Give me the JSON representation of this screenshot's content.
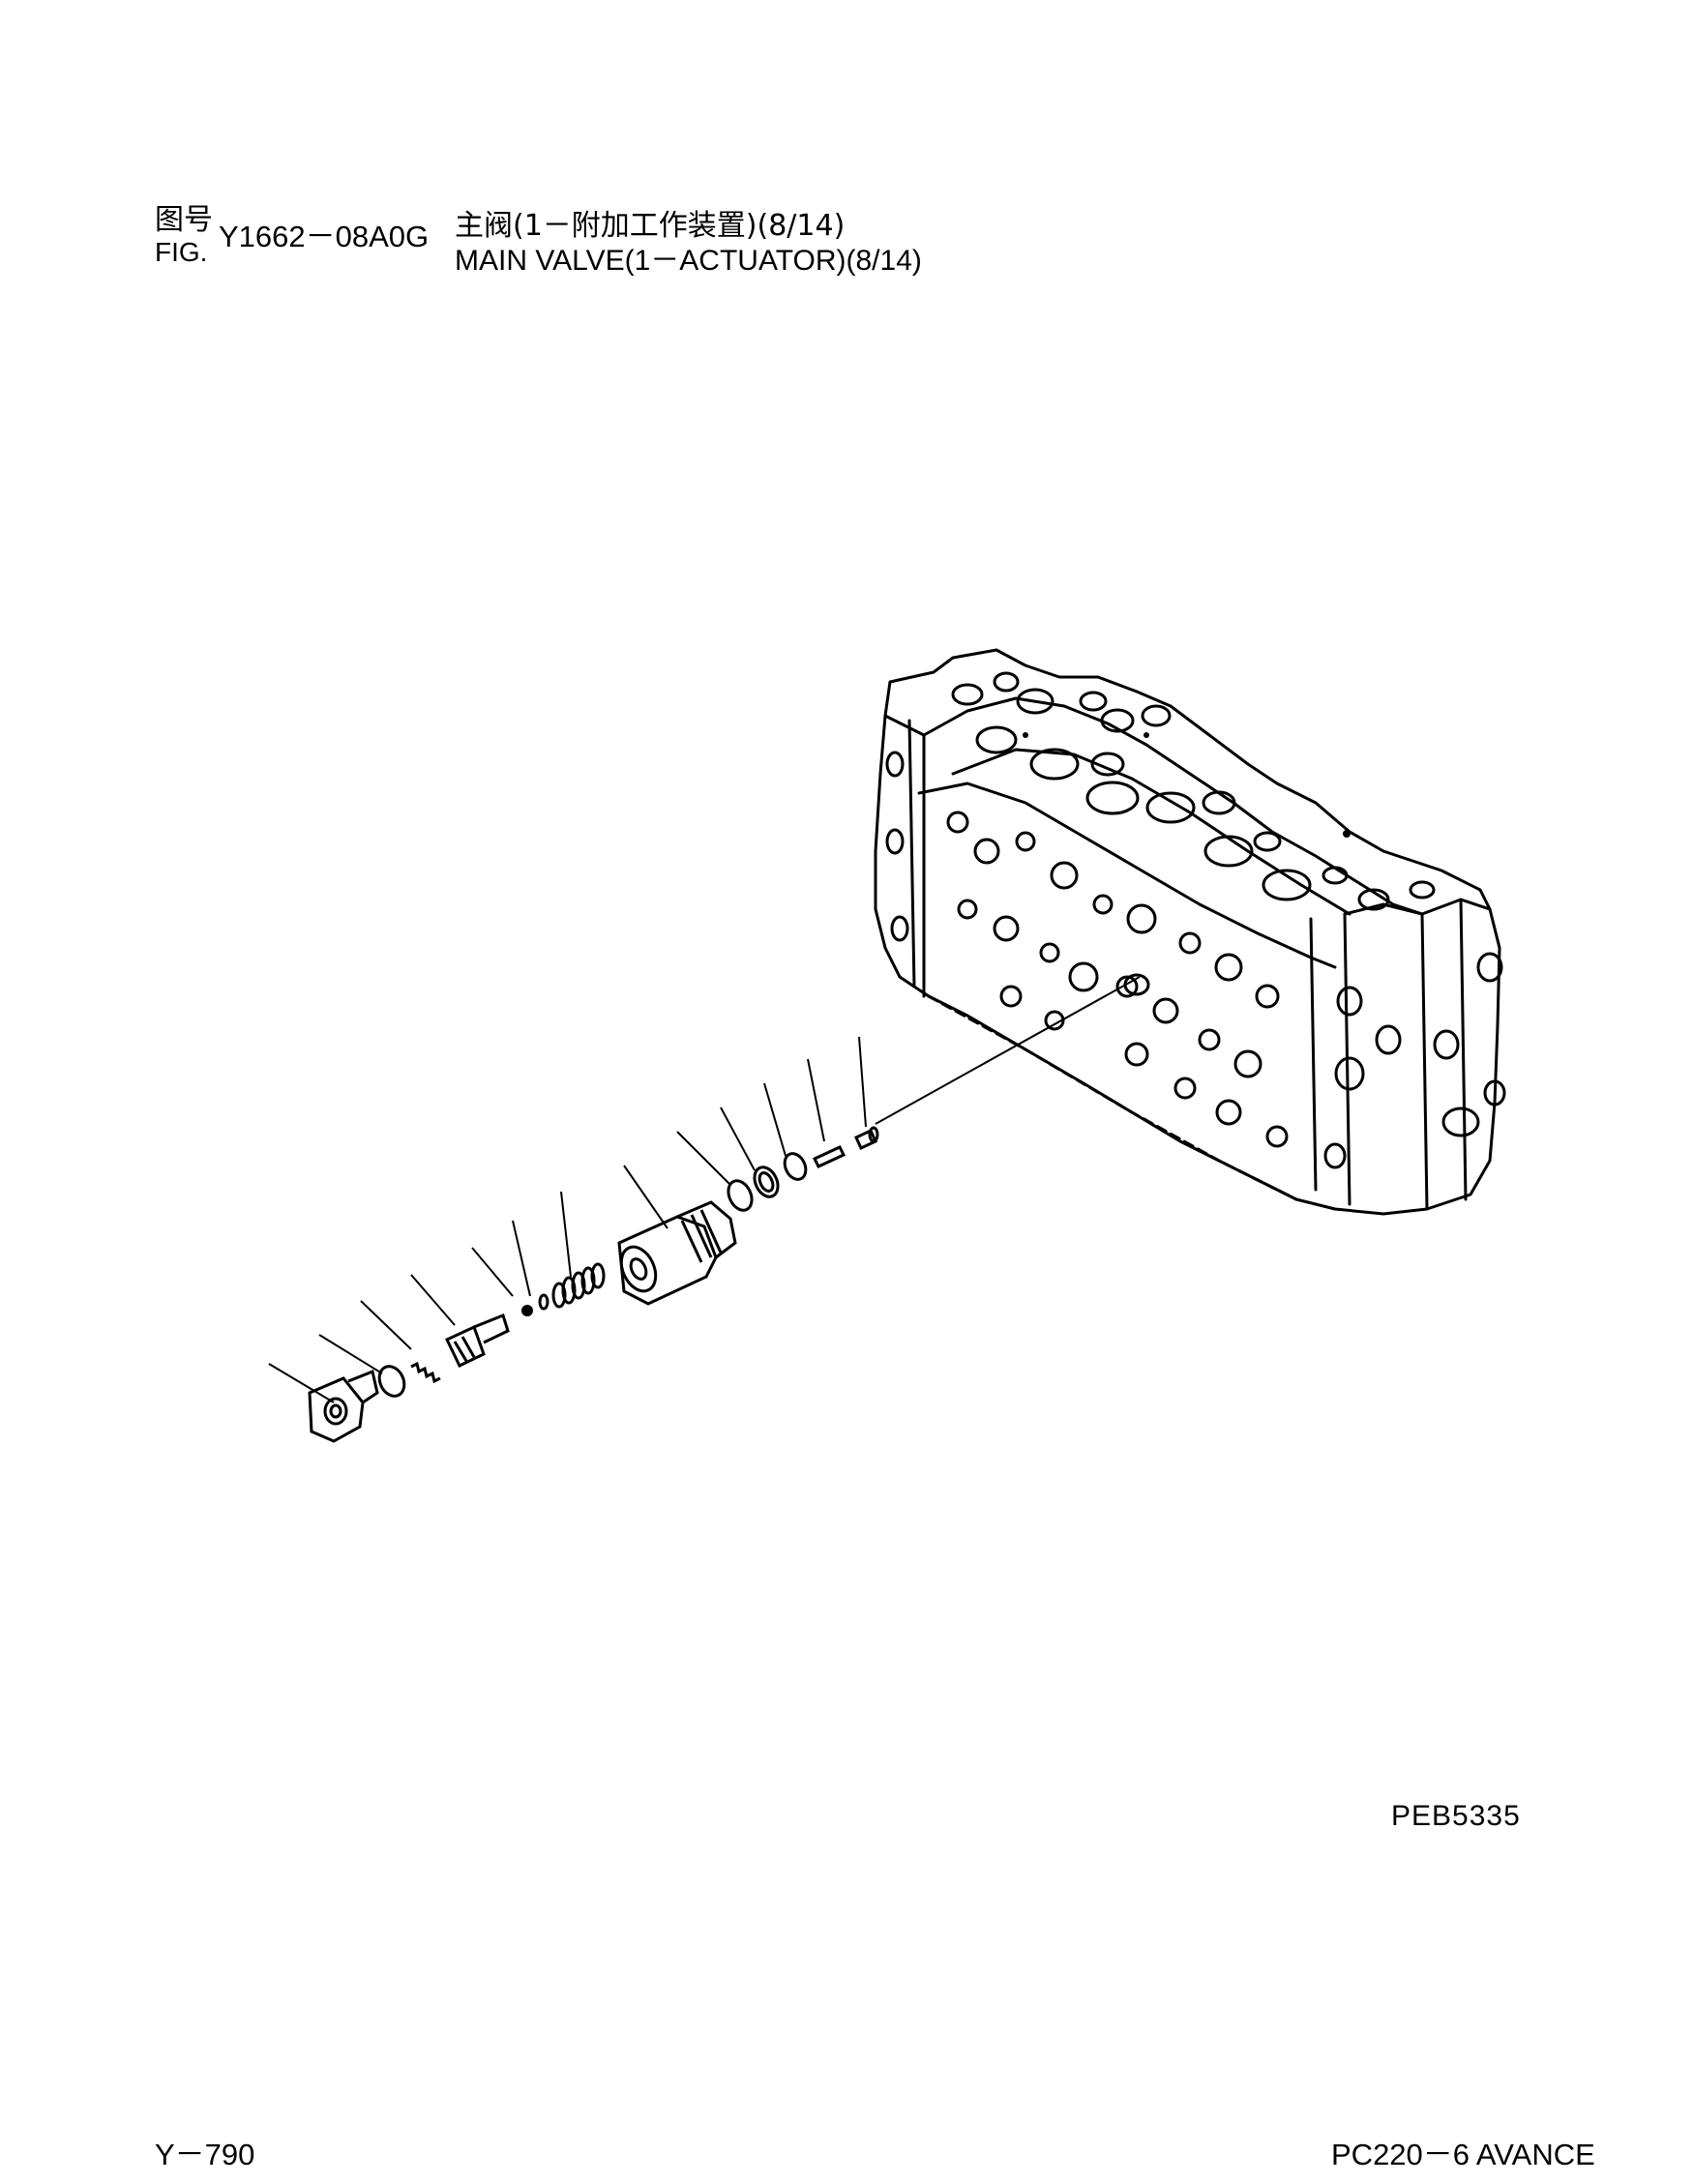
{
  "header": {
    "fig_label_cn": "图号",
    "fig_label_en": "FIG.",
    "fig_number": "Y1662－08A0G",
    "title_cn": "主阀(1－附加工作装置)(8/14)",
    "title_en": "MAIN VALVE(1－ACTUATOR)(8/14)"
  },
  "drawing": {
    "code": "PEB5335",
    "line_color": "#000000",
    "background": "#ffffff"
  },
  "footer": {
    "page_number": "Y－790",
    "model": "PC220－6 AVANCE"
  }
}
